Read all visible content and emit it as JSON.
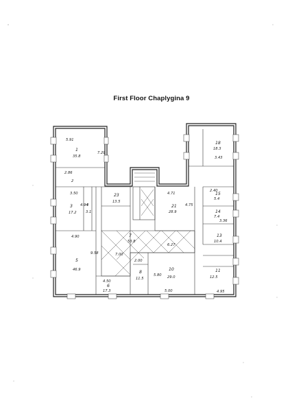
{
  "title": "First Floor Chaplygina 9",
  "room_labels": [
    {
      "id": "r1",
      "lines": [
        "5.91",
        "1",
        "35.8",
        "7.29"
      ]
    },
    {
      "id": "r2",
      "lines": [
        "2.86",
        "2"
      ]
    },
    {
      "id": "r3",
      "lines": [
        "3.50",
        "3",
        "17.2",
        "4.94"
      ]
    },
    {
      "id": "r4",
      "lines": [
        "4",
        "3.1"
      ]
    },
    {
      "id": "r5",
      "lines": [
        "4.90",
        "5",
        "46.9",
        "9.58"
      ]
    },
    {
      "id": "r6",
      "lines": [
        "4.50",
        "6",
        "17.3"
      ]
    },
    {
      "id": "r7",
      "lines": [
        "7",
        "53.8",
        "7.00"
      ]
    },
    {
      "id": "r8",
      "lines": [
        "8",
        "11.5",
        "2.00"
      ]
    },
    {
      "id": "r9",
      "lines": [
        "5.80",
        "10",
        "29.0",
        "5.00"
      ]
    },
    {
      "id": "r11",
      "lines": [
        "11",
        "12.5",
        "4.95"
      ]
    },
    {
      "id": "r12",
      "lines": [
        "13",
        "10.4"
      ]
    },
    {
      "id": "r14",
      "lines": [
        "14",
        "7.4",
        "3.36"
      ]
    },
    {
      "id": "r15",
      "lines": [
        "15",
        "5.4",
        "2.40"
      ]
    },
    {
      "id": "r18",
      "lines": [
        "18",
        "18.3",
        "3.43"
      ]
    },
    {
      "id": "r21",
      "lines": [
        "21",
        "28.9",
        "4.71",
        "4.75"
      ]
    },
    {
      "id": "r23",
      "lines": [
        "23",
        "13.5"
      ]
    },
    {
      "id": "r22",
      "lines": [
        "6.27"
      ]
    }
  ]
}
